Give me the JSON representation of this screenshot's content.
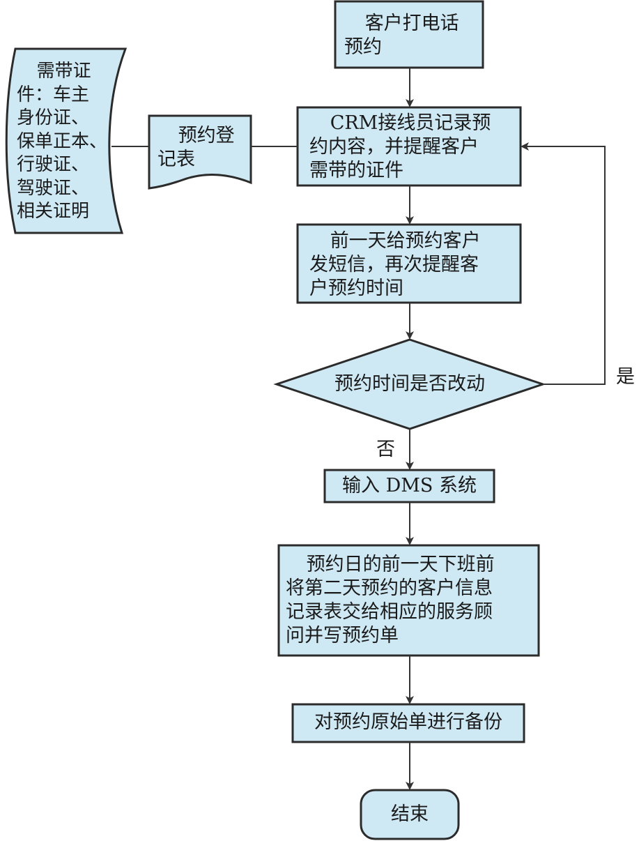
{
  "colors": {
    "fill": "#cfe9f4",
    "stroke": "#2b2b2b",
    "line": "#333333"
  },
  "nodes": {
    "start": "客户打电话\n预约",
    "record": "CRM接线员记录预\n约内容，并提醒客户\n需带的证件",
    "form": "预约登\n记表",
    "docs_note": "需带证\n件：车主\n身份证、\n保单正本、\n行驶证、\n驾驶证、\n相关证明",
    "sms": "前一天给预约客户\n发短信，再次提醒客\n户预约时间",
    "decision": "预约时间是否改动",
    "dms": "输入 DMS 系统",
    "handover": "预约日的前一天下班前\n将第二天预约的客户信息\n记录表交给相应的服务顾\n问并写预约单",
    "backup": "对预约原始单进行备份",
    "end": "结束"
  },
  "labels": {
    "yes": "是",
    "no": "否"
  }
}
